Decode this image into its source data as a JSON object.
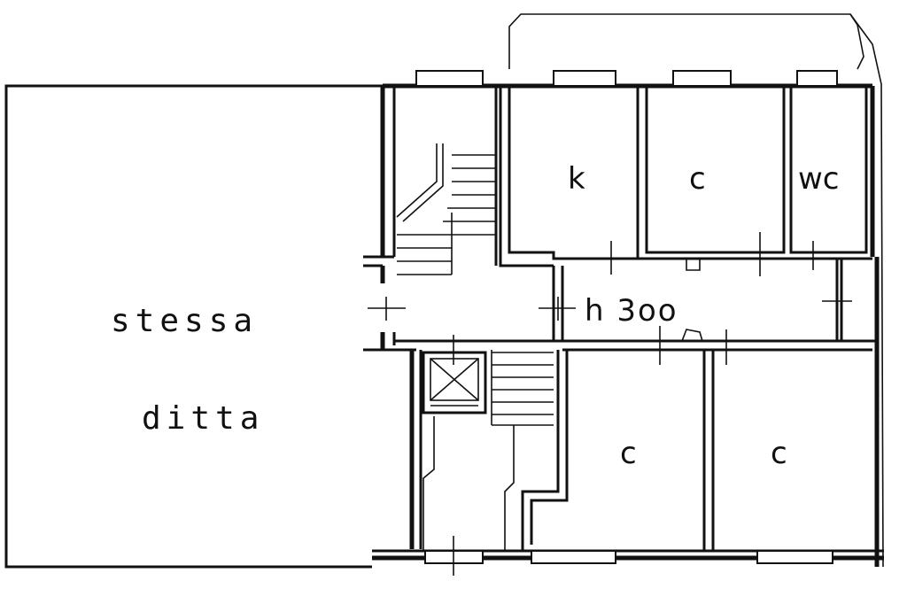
{
  "labels": {
    "neighbor_line1": "stessa",
    "neighbor_line2": "ditta",
    "kitchen": "k",
    "room_top": "c",
    "wc": "wc",
    "ceiling_height": "h 3oo",
    "room_bottom_left": "c",
    "room_bottom_right": "c"
  },
  "colors": {
    "ink": "#111111",
    "paper": "#ffffff"
  },
  "icons": {
    "elevator": "elevator-cross-box",
    "stairs": "stair-treads",
    "door_marks": "door-tick-marks"
  }
}
